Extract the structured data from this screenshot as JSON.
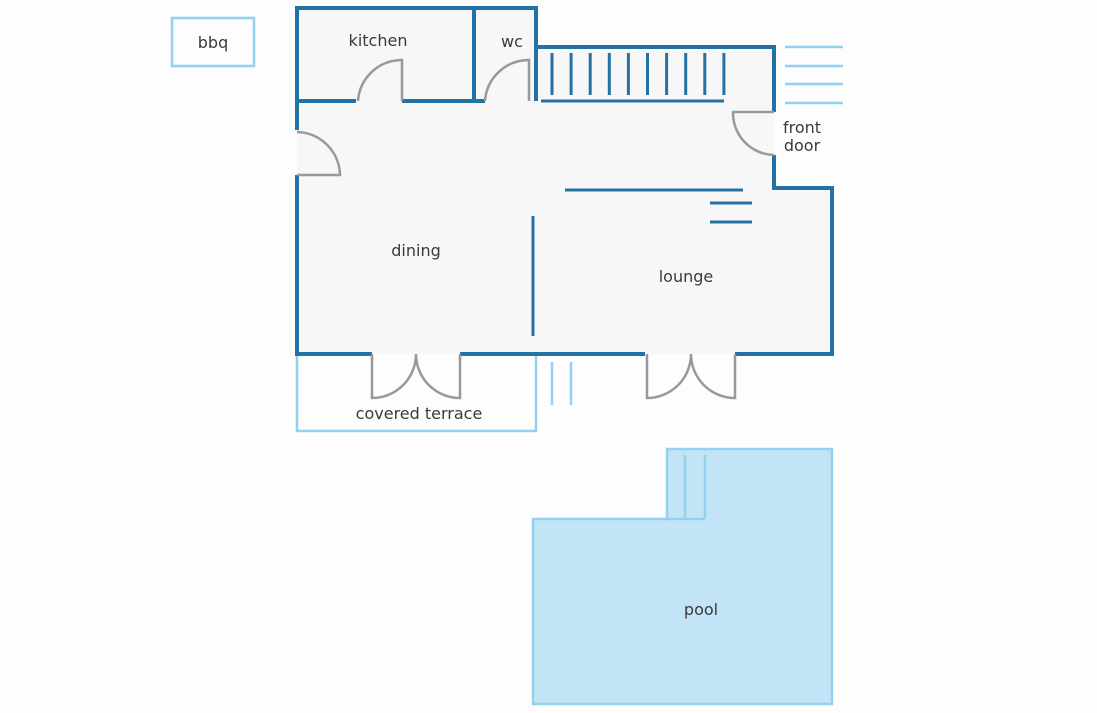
{
  "rooms": {
    "bbq": "bbq",
    "kitchen": "kitchen",
    "wc": "wc",
    "front_door_line1": "front",
    "front_door_line2": "door",
    "dining": "dining",
    "lounge": "lounge",
    "covered_terrace": "covered terrace",
    "pool": "pool"
  },
  "colors": {
    "wall": "#2471a3",
    "exterior": "#93d1f0",
    "pool_fill": "#c2e4f6",
    "floor": "#f8f7f7",
    "door": "#999999"
  }
}
